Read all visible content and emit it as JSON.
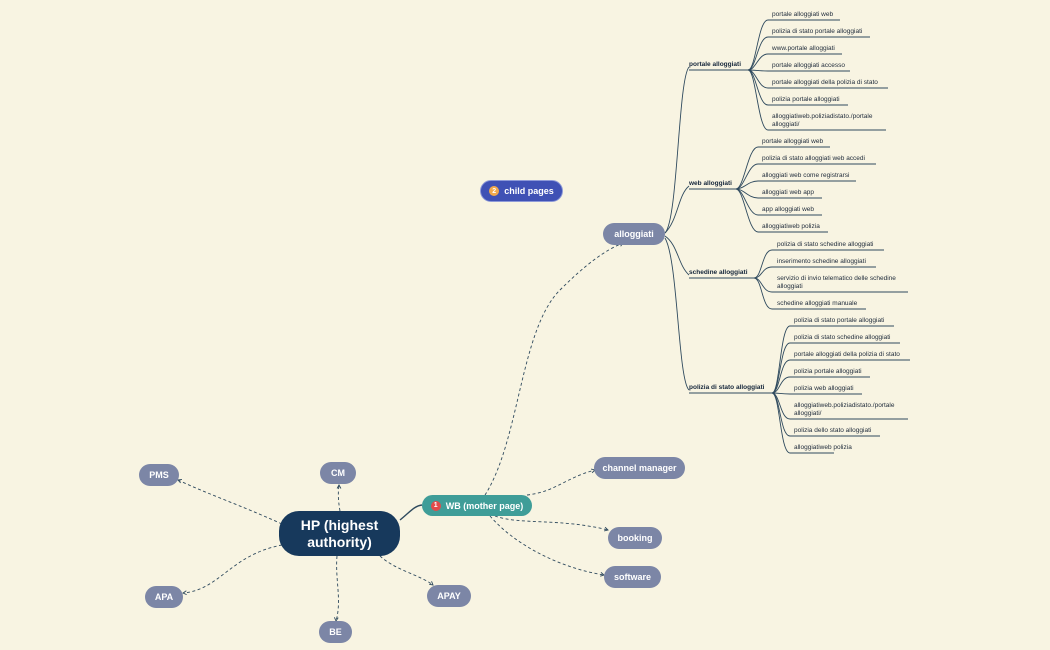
{
  "root": {
    "label": "HP (highest authority)"
  },
  "mother": {
    "badge": "1",
    "label": "WB (mother page)"
  },
  "child_pages": {
    "badge": "2",
    "label": "child pages"
  },
  "hp_children": [
    "PMS",
    "CM",
    "APA",
    "BE",
    "APAY"
  ],
  "wb_children": [
    "alloggiati",
    "channel manager",
    "booking",
    "software"
  ],
  "groups": [
    {
      "label": "portale alloggiati",
      "items": [
        "portale alloggiati web",
        "polizia di stato portale alloggiati",
        "www.portale alloggiati",
        "portale alloggiati accesso",
        "portale alloggiati della polizia di stato",
        "polizia portale alloggiati",
        "alloggiatiweb.poliziadistato./portale alloggiati/"
      ]
    },
    {
      "label": "web alloggiati",
      "items": [
        "portale alloggiati web",
        "polizia di stato alloggiati web accedi",
        "alloggiati web come registrarsi",
        "alloggiati web app",
        "app alloggiati web",
        "alloggiatiweb polizia"
      ]
    },
    {
      "label": "schedine alloggiati",
      "items": [
        "polizia di stato schedine alloggiati",
        "inserimento schedine alloggiati",
        "servizio di invio telematico delle schedine alloggiati",
        "schedine alloggiati manuale"
      ]
    },
    {
      "label": "polizia di stato alloggiati",
      "items": [
        "polizia di stato portale alloggiati",
        "polizia di stato schedine alloggiati",
        "portale alloggiati della polizia di stato",
        "polizia portale alloggiati",
        "polizia web alloggiati",
        "alloggiatiweb.poliziadistato./portale alloggiati/",
        "polizia dello stato alloggiati",
        "alloggiatiweb polizia"
      ]
    }
  ],
  "colors": {
    "background": "#f8f4e2",
    "root": "#17395c",
    "mother": "#3f9d98",
    "node": "#7c86a6",
    "child_pages": "#3f51b5",
    "line": "#2f4a5e"
  }
}
